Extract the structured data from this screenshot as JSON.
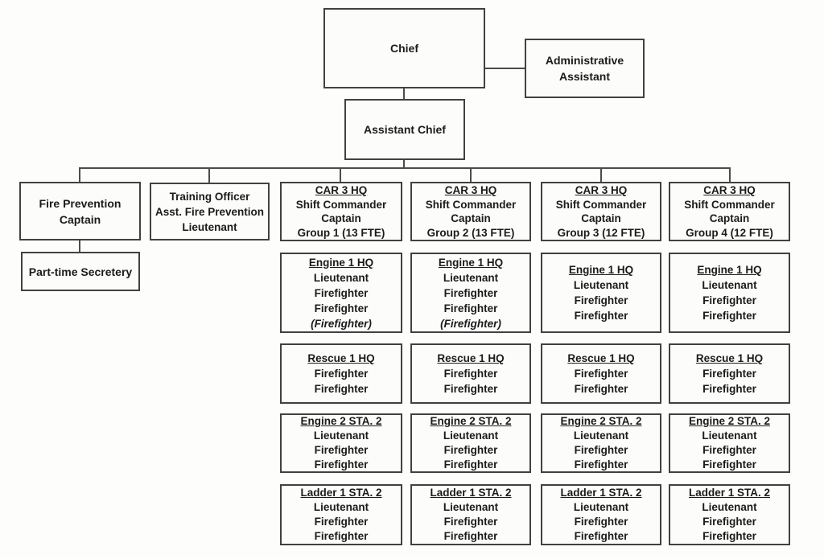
{
  "org": {
    "chief": {
      "lines": [
        "Chief"
      ]
    },
    "administrative_assistant": {
      "lines": [
        "Administrative",
        "Assistant"
      ]
    },
    "assistant_chief": {
      "lines": [
        "Assistant Chief"
      ]
    },
    "fire_prevention_captain": {
      "lines": [
        "Fire Prevention",
        "Captain"
      ]
    },
    "training_officer": {
      "lines": [
        "Training Officer",
        "Asst. Fire Prevention",
        "Lieutenant"
      ]
    },
    "part_time_secretary": {
      "lines": [
        "Part-time Secretery"
      ]
    },
    "shift_columns": [
      {
        "group": {
          "lines": [
            "CAR 3 HQ",
            "Shift Commander",
            "Captain",
            "Group 1 (13 FTE)"
          ]
        },
        "engine1": {
          "lines": [
            "Engine 1 HQ",
            "Lieutenant",
            "Firefighter",
            "Firefighter",
            "(Firefighter)"
          ]
        },
        "rescue1": {
          "lines": [
            "Rescue 1 HQ",
            "Firefighter",
            "Firefighter"
          ]
        },
        "engine2": {
          "lines": [
            "Engine 2 STA. 2",
            "Lieutenant",
            "Firefighter",
            "Firefighter"
          ]
        },
        "ladder1": {
          "lines": [
            "Ladder 1 STA. 2",
            "Lieutenant",
            "Firefighter",
            "Firefighter"
          ]
        }
      },
      {
        "group": {
          "lines": [
            "CAR 3 HQ",
            "Shift Commander",
            "Captain",
            "Group 2 (13 FTE)"
          ]
        },
        "engine1": {
          "lines": [
            "Engine 1 HQ",
            "Lieutenant",
            "Firefighter",
            "Firefighter",
            "(Firefighter)"
          ]
        },
        "rescue1": {
          "lines": [
            "Rescue 1 HQ",
            "Firefighter",
            "Firefighter"
          ]
        },
        "engine2": {
          "lines": [
            "Engine 2 STA. 2",
            "Lieutenant",
            "Firefighter",
            "Firefighter"
          ]
        },
        "ladder1": {
          "lines": [
            "Ladder 1 STA. 2",
            "Lieutenant",
            "Firefighter",
            "Firefighter"
          ]
        }
      },
      {
        "group": {
          "lines": [
            "CAR 3 HQ",
            "Shift Commander",
            "Captain",
            "Group 3 (12 FTE)"
          ]
        },
        "engine1": {
          "lines": [
            "Engine 1 HQ",
            "Lieutenant",
            "Firefighter",
            "Firefighter"
          ]
        },
        "rescue1": {
          "lines": [
            "Rescue 1 HQ",
            "Firefighter",
            "Firefighter"
          ]
        },
        "engine2": {
          "lines": [
            "Engine 2 STA. 2",
            "Lieutenant",
            "Firefighter",
            "Firefighter"
          ]
        },
        "ladder1": {
          "lines": [
            "Ladder 1 STA. 2",
            "Lieutenant",
            "Firefighter",
            "Firefighter"
          ]
        }
      },
      {
        "group": {
          "lines": [
            "CAR 3 HQ",
            "Shift Commander",
            "Captain",
            "Group 4 (12 FTE)"
          ]
        },
        "engine1": {
          "lines": [
            "Engine 1 HQ",
            "Lieutenant",
            "Firefighter",
            "Firefighter"
          ]
        },
        "rescue1": {
          "lines": [
            "Rescue 1 HQ",
            "Firefighter",
            "Firefighter"
          ]
        },
        "engine2": {
          "lines": [
            "Engine 2 STA. 2",
            "Lieutenant",
            "Firefighter",
            "Firefighter"
          ]
        },
        "ladder1": {
          "lines": [
            "Ladder 1 STA. 2",
            "Lieutenant",
            "Firefighter",
            "Firefighter"
          ]
        }
      }
    ]
  }
}
